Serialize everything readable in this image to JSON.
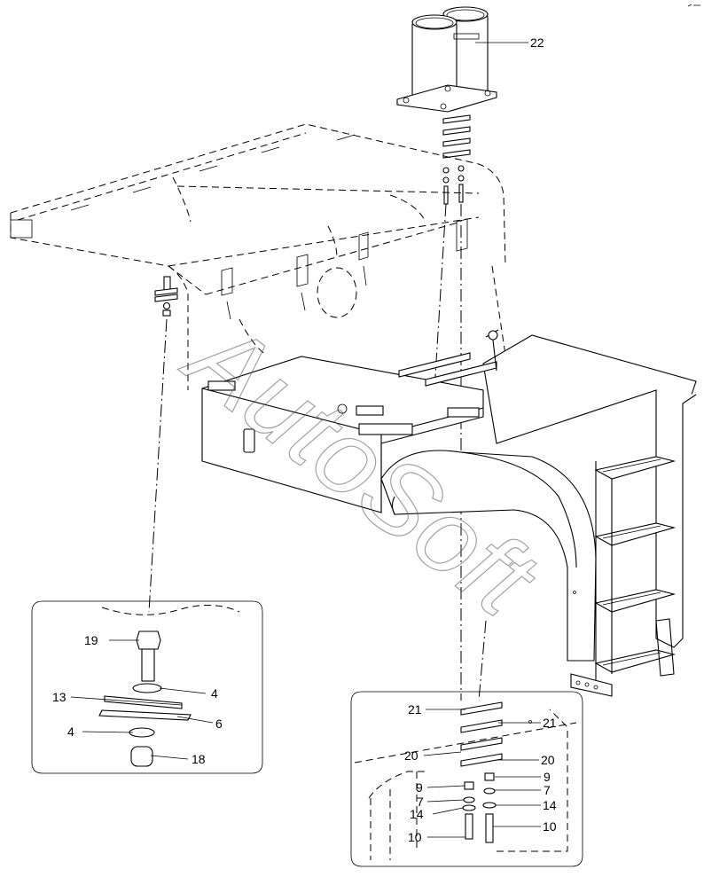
{
  "watermark": "AutoSoft",
  "callouts": {
    "22": "22",
    "19": "19",
    "13": "13",
    "4a": "4",
    "6": "6",
    "4b": "4",
    "18": "18",
    "21a": "21",
    "21b": "21",
    "20a": "20",
    "20b": "20",
    "9a": "9",
    "9b": "9",
    "7a": "7",
    "7b": "7",
    "14a": "14",
    "14b": "14",
    "10a": "10",
    "10b": "10"
  }
}
